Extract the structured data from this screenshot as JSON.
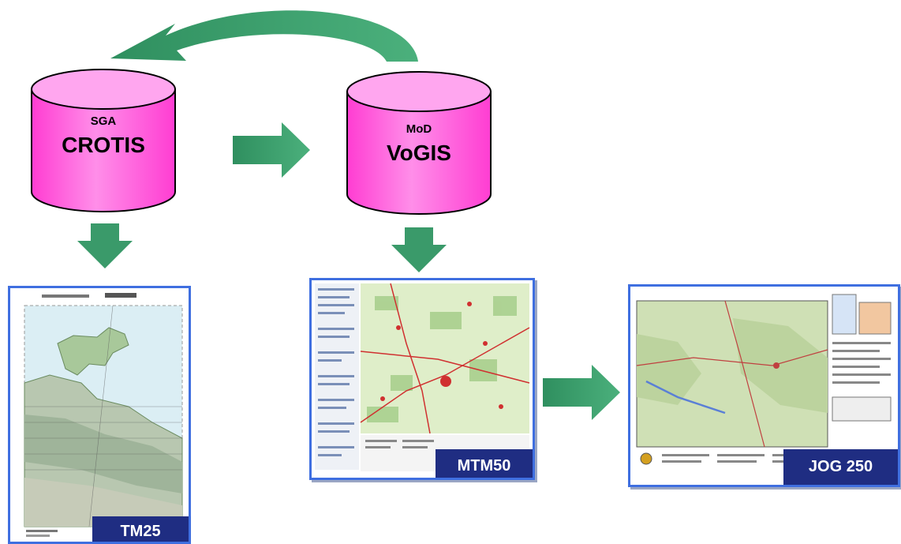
{
  "databases": [
    {
      "org": "SGA",
      "name": "CROTIS"
    },
    {
      "org": "MoD",
      "name": "VoGIS"
    }
  ],
  "maps": [
    {
      "label": "TM25"
    },
    {
      "label": "MTM50"
    },
    {
      "label": "JOG 250"
    }
  ],
  "colors": {
    "cylinder_fill": "#ff66dd",
    "cylinder_top": "#ff99ee",
    "arrow": "#3a9a6a",
    "frame_border": "#3f6fe0",
    "label_bg": "#1f2d82"
  }
}
